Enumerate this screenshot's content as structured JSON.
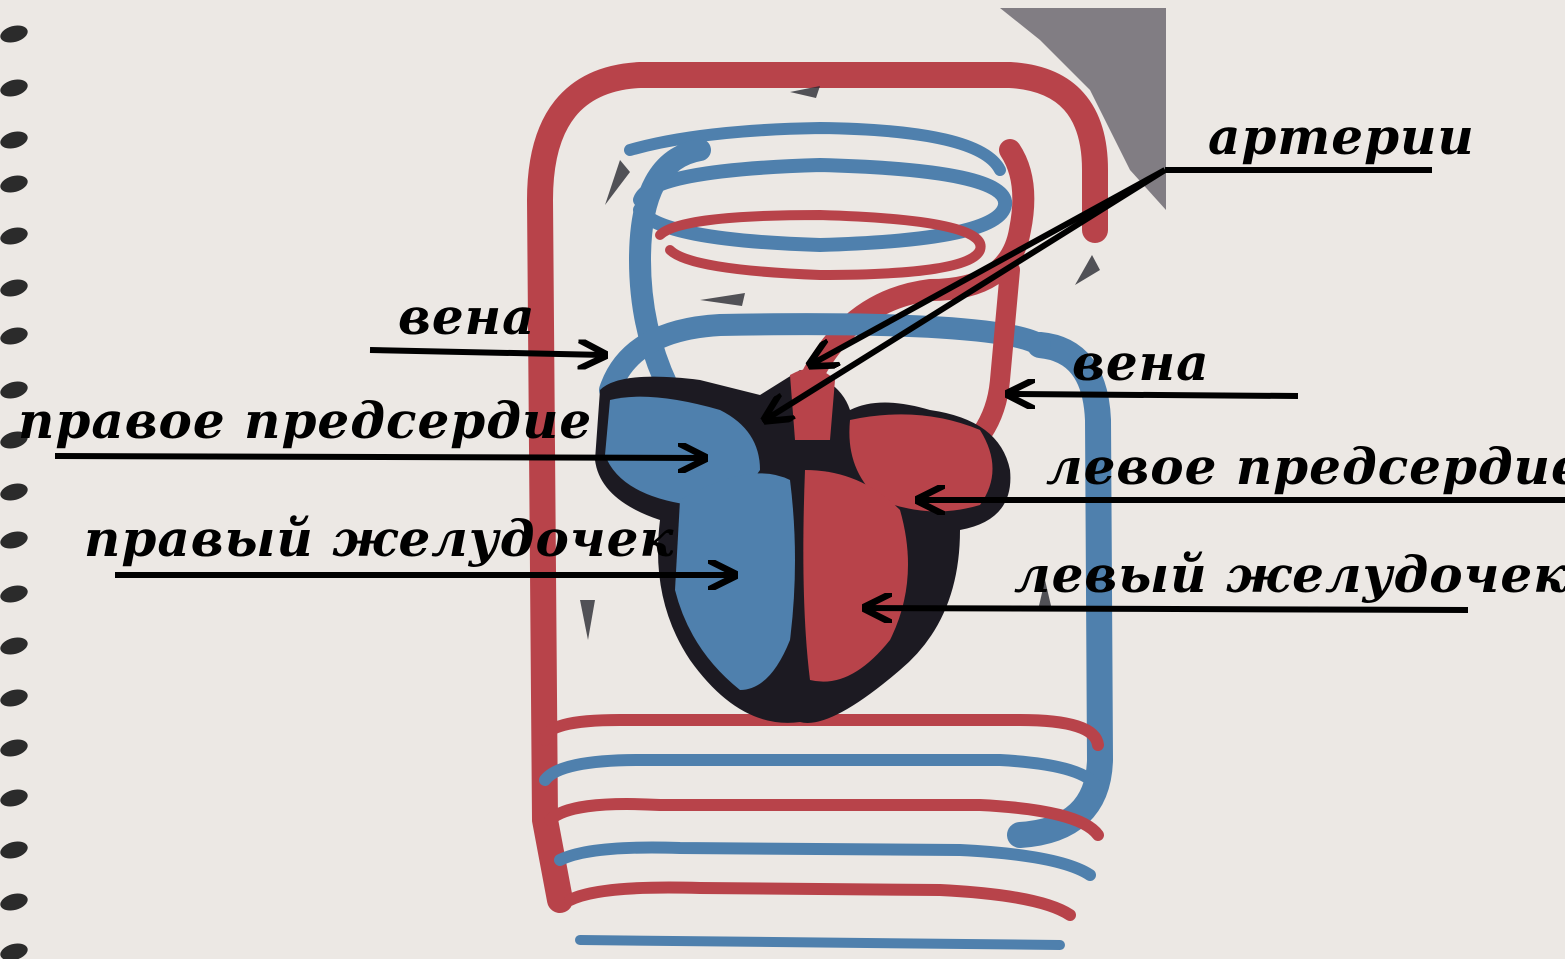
{
  "labels": {
    "arteries": "артерии",
    "vein_left": "вена",
    "vein_right": "вена",
    "right_atrium": "правое предсердие",
    "right_ventricle": "правый желудочек",
    "left_atrium": "левое предсердие",
    "left_ventricle": "левый желудочек"
  },
  "colors": {
    "background": "#ece8e4",
    "artery_red": "#b8434a",
    "vein_blue": "#4f80ad",
    "heart_shadow": "#1c1a22",
    "label_text": "#000000"
  }
}
